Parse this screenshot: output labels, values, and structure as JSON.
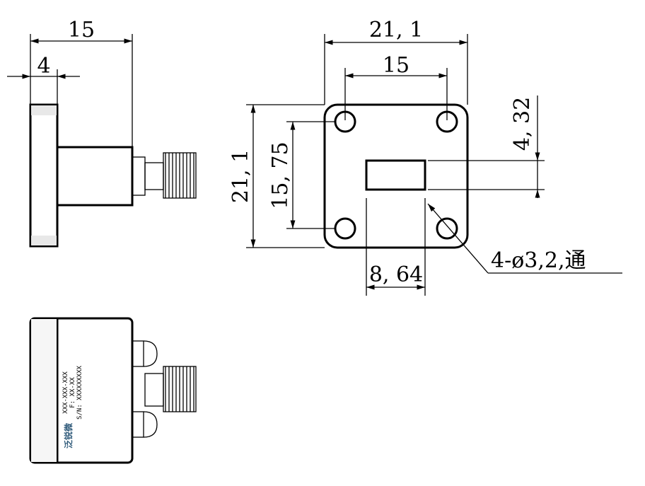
{
  "side_view": {
    "dim_total": "15",
    "dim_flange": "4"
  },
  "front_view": {
    "dim_width": "21, 1",
    "dim_hole_spacing_h": "15",
    "dim_height": "21, 1",
    "dim_hole_spacing_v": "15, 75",
    "dim_slot_height": "4, 32",
    "dim_slot_width": "8, 64",
    "hole_callout": "4-ø3,2,通"
  },
  "top_view": {
    "label_line1": "XXX-XXX-XXX",
    "label_line2": "F: XX-XX",
    "label_line3": "S/N: XXXXXXXXX",
    "logo_text": "泛锐微"
  }
}
